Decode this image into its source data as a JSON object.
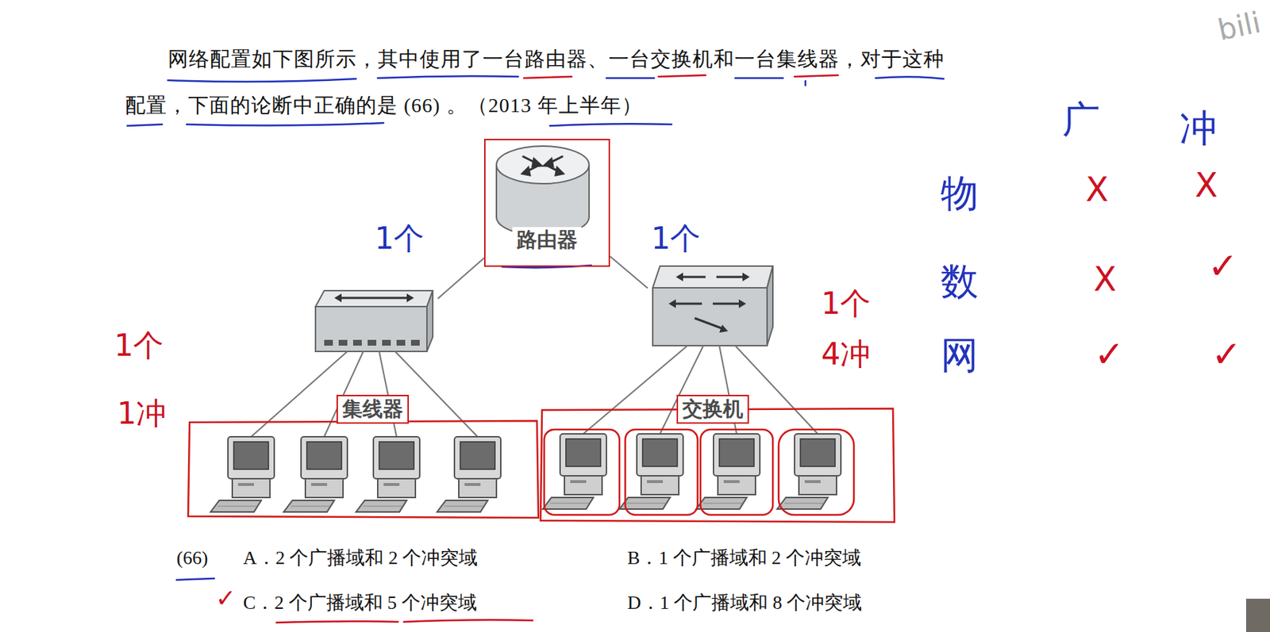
{
  "diagram": {
    "nodes": [
      {
        "text": [
          "路由器"
        ]
      },
      {
        "text": [
          "集线器"
        ]
      },
      {
        "text": [
          "交换机"
        ]
      }
    ],
    "edges": [
      {
        "from": 0,
        "to": 1,
        "arrow": "none"
      },
      {
        "from": 0,
        "to": 2,
        "arrow": "none"
      }
    ],
    "labels": [
      "网络配置如下图所示，其中使用了一台路由器、一台交换机和一台集线器，对于这种配置，下面的论断中正确的是 (66) 。（2013 年上半年）",
      "1个",
      "1个",
      "1个",
      "1冲",
      "1个",
      "4冲",
      "广",
      "冲",
      "物",
      "X",
      "X",
      "数",
      "X",
      "✓",
      "网",
      "✓",
      "✓",
      "(66)",
      "A．2 个广播域和 2 个冲突域",
      "B．1 个广播域和 2 个冲突域",
      "C．2 个广播域和 5 个冲突域",
      "D．1 个广播域和 8 个冲突域",
      "✓",
      "bili"
    ]
  }
}
